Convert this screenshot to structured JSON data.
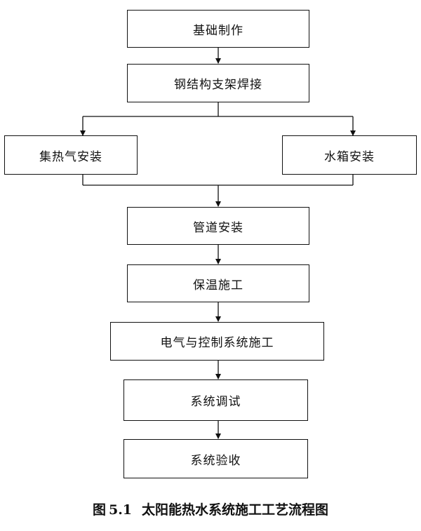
{
  "steps": {
    "foundation": "基础制作",
    "steel_weld": "钢结构支架焊接",
    "collector": "集热气安装",
    "water_tank": "水箱安装",
    "pipe": "管道安装",
    "insulation": "保温施工",
    "electrical": "电气与控制系统施工",
    "debug": "系统调试",
    "acceptance": "系统验收"
  },
  "caption": {
    "prefix": "图",
    "number": "5.1",
    "title": "太阳能热水系统施工工艺流程图"
  }
}
